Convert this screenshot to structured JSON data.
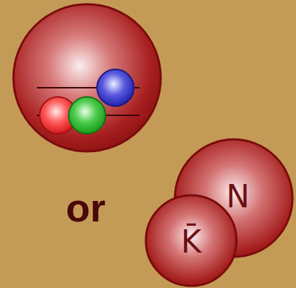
{
  "diagram": {
    "nodes": [
      {
        "text": [
          "N"
        ]
      },
      {
        "text": [
          "K̄"
        ]
      }
    ],
    "labels": [
      "or"
    ]
  }
}
